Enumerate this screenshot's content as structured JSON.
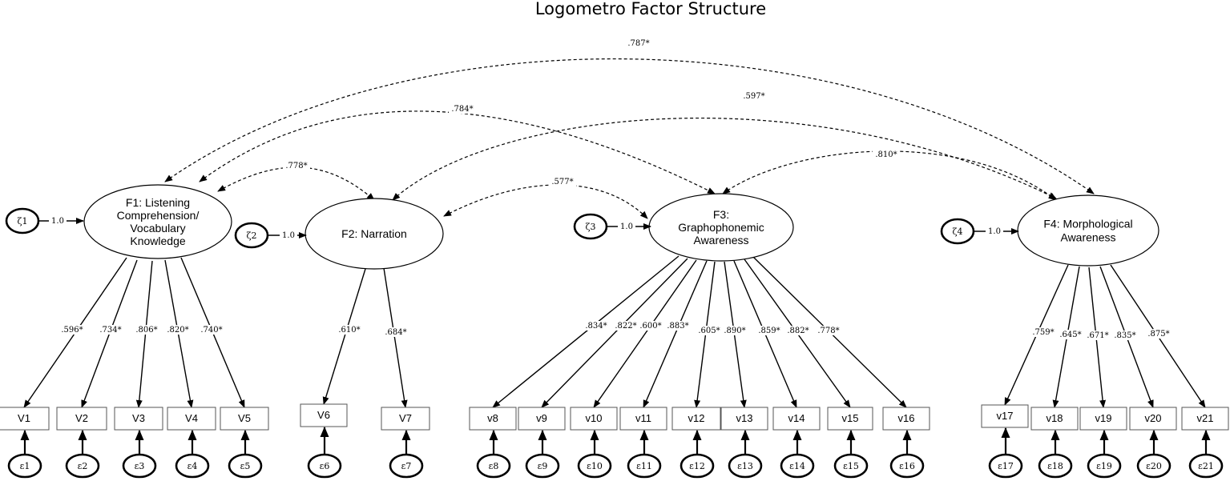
{
  "title": "Logometro Factor Structure",
  "factors": [
    {
      "id": "F1",
      "lines": [
        "F1: Listening",
        "Comprehension/",
        "Vocabulary",
        "Knowledge"
      ],
      "disturbance": "ζ1",
      "path": "1.0"
    },
    {
      "id": "F2",
      "lines": [
        "F2: Narration"
      ],
      "disturbance": "ζ2",
      "path": "1.0"
    },
    {
      "id": "F3",
      "lines": [
        "F3:",
        "Graphophonemic",
        "Awareness"
      ],
      "disturbance": "ζ3",
      "path": "1.0"
    },
    {
      "id": "F4",
      "lines": [
        "F4: Morphological",
        "Awareness"
      ],
      "disturbance": "ζ4",
      "path": "1.0"
    }
  ],
  "indicators": [
    {
      "label": "V1",
      "factor": "F1",
      "loading": ".596*",
      "error": "ε1"
    },
    {
      "label": "V2",
      "factor": "F1",
      "loading": ".734*",
      "error": "ε2"
    },
    {
      "label": "V3",
      "factor": "F1",
      "loading": ".806*",
      "error": "ε3"
    },
    {
      "label": "V4",
      "factor": "F1",
      "loading": ".820*",
      "error": "ε4"
    },
    {
      "label": "V5",
      "factor": "F1",
      "loading": ".740*",
      "error": "ε5"
    },
    {
      "label": "V6",
      "factor": "F2",
      "loading": ".610*",
      "error": "ε6"
    },
    {
      "label": "V7",
      "factor": "F2",
      "loading": ".684*",
      "error": "ε7"
    },
    {
      "label": "v8",
      "factor": "F3",
      "loading": ".834*",
      "error": "ε8"
    },
    {
      "label": "v9",
      "factor": "F3",
      "loading": ".822*",
      "error": "ε9"
    },
    {
      "label": "v10",
      "factor": "F3",
      "loading": ".600*",
      "error": "ε10"
    },
    {
      "label": "v11",
      "factor": "F3",
      "loading": ".883*",
      "error": "ε11"
    },
    {
      "label": "v12",
      "factor": "F3",
      "loading": ".605*",
      "error": "ε12"
    },
    {
      "label": "v13",
      "factor": "F3",
      "loading": ".890*",
      "error": "ε13"
    },
    {
      "label": "v14",
      "factor": "F3",
      "loading": ".859*",
      "error": "ε14"
    },
    {
      "label": "v15",
      "factor": "F3",
      "loading": ".882*",
      "error": "ε15"
    },
    {
      "label": "v16",
      "factor": "F3",
      "loading": ".778*",
      "error": "ε16"
    },
    {
      "label": "v17",
      "factor": "F4",
      "loading": ".759*",
      "error": "ε17"
    },
    {
      "label": "v18",
      "factor": "F4",
      "loading": ".645*",
      "error": "ε18"
    },
    {
      "label": "v19",
      "factor": "F4",
      "loading": ".671*",
      "error": "ε19"
    },
    {
      "label": "v20",
      "factor": "F4",
      "loading": ".835*",
      "error": "ε20"
    },
    {
      "label": "v21",
      "factor": "F4",
      "loading": ".875*",
      "error": "ε21"
    }
  ],
  "correlations": [
    {
      "from": "F1",
      "to": "F4",
      "value": ".787*"
    },
    {
      "from": "F1",
      "to": "F3",
      "value": ".784*"
    },
    {
      "from": "F2",
      "to": "F4",
      "value": ".597*"
    },
    {
      "from": "F1",
      "to": "F2",
      "value": ".778*"
    },
    {
      "from": "F3",
      "to": "F4",
      "value": ".810*"
    },
    {
      "from": "F2",
      "to": "F3",
      "value": ".577*"
    }
  ]
}
